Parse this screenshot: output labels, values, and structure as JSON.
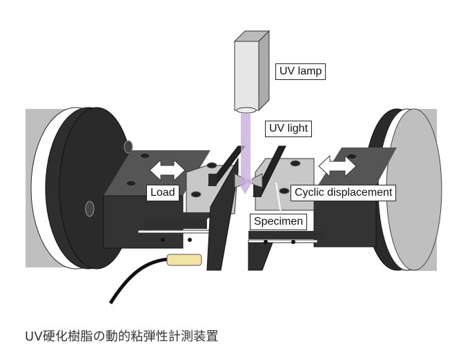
{
  "figure": {
    "labels": {
      "uv_lamp": "UV lamp",
      "uv_light": "UV light",
      "load": "Load",
      "cyclic_displacement": "Cyclic displacement",
      "specimen": "Specimen"
    },
    "colors": {
      "uv_light": "#c4a8dc",
      "dark_metal": "#333333",
      "mid_metal": "#555555",
      "light_metal": "#c8c8c8",
      "drum_gray": "#bfbfbf",
      "connector": "#f3e3a4",
      "cable": "#111111"
    }
  },
  "caption": "UV硬化樹脂の動的粘弾性計測装置"
}
